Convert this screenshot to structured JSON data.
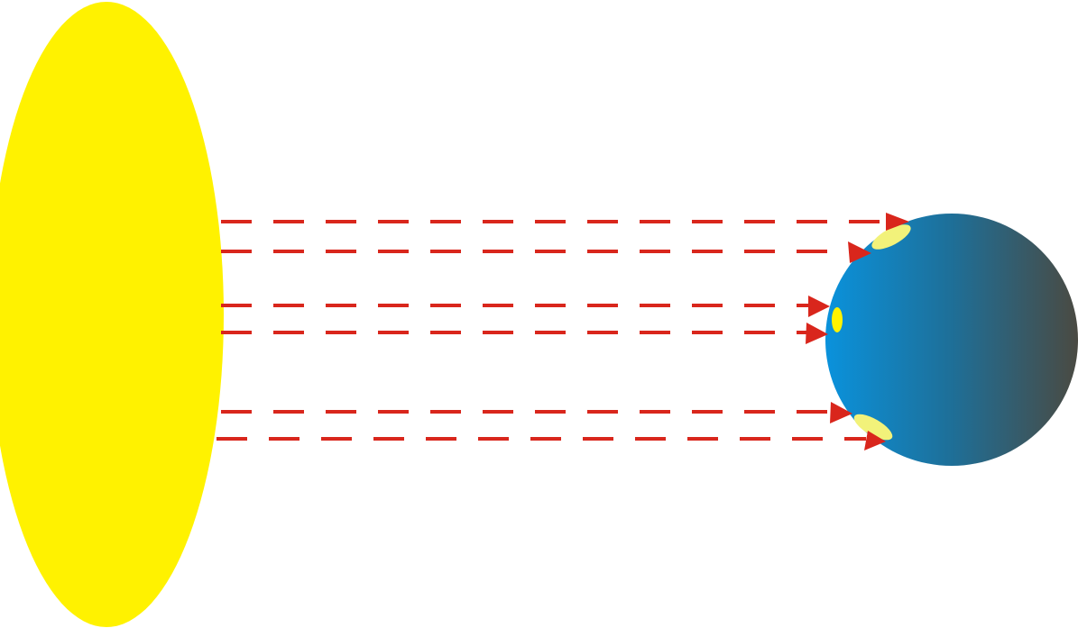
{
  "diagram": {
    "elements": [
      {
        "id": "sun",
        "type": "ellipse",
        "label": ""
      },
      {
        "id": "earth",
        "type": "sphere",
        "label": ""
      }
    ],
    "rays": {
      "count": 6,
      "style": "dashed-arrow",
      "direction": "sun-to-earth"
    },
    "illuminated_spots": {
      "count": 3
    }
  },
  "colors": {
    "background": "#ffffff",
    "sun": "#fff200",
    "earth_gradient_start": "#0a92dc",
    "earth_gradient_mid": "#1e6f98",
    "earth_gradient_end": "#4a4a42",
    "ray": "#d9261c",
    "spot_fill": "#f2f27a",
    "spot_center": "#fff200"
  },
  "icons": {
    "sun": "sun-ellipse-icon",
    "earth": "earth-sphere-icon",
    "arrowhead": "triangle-arrowhead-icon"
  }
}
